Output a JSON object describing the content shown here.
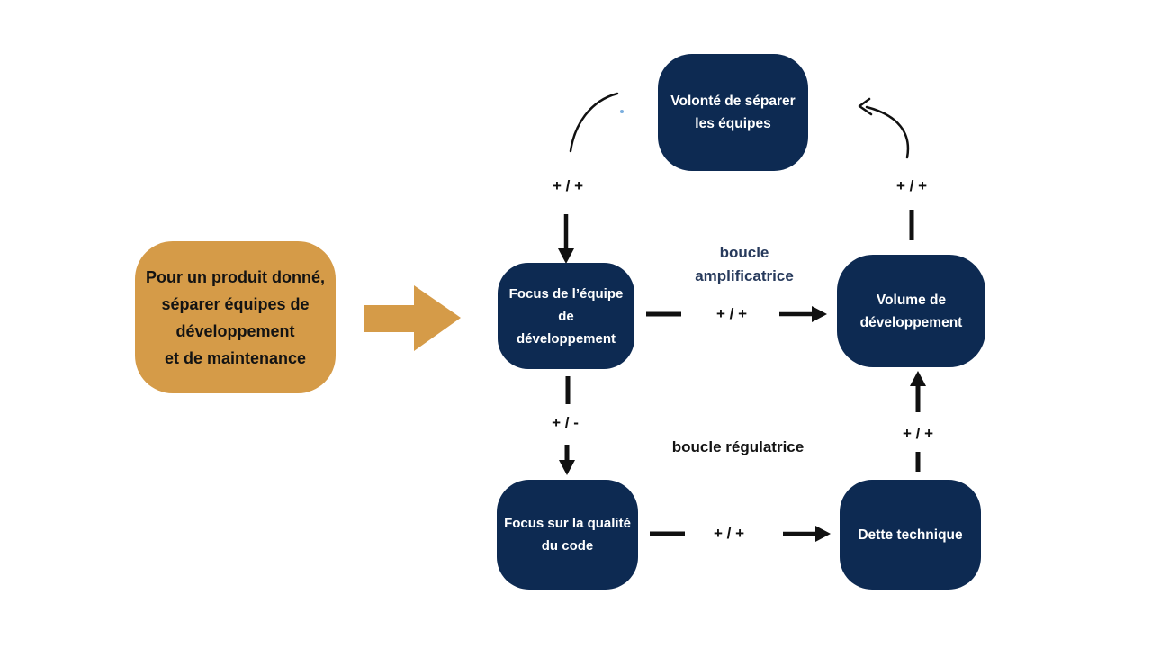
{
  "diagram": {
    "premise_box": {
      "label": "Pour un produit donné,\nséparer équipes de\ndéveloppement\net de maintenance"
    },
    "nodes": {
      "volonte": {
        "label": "Volonté de séparer\nles équipes"
      },
      "focus_equipe": {
        "label": "Focus de l’équipe\nde\ndéveloppement"
      },
      "volume": {
        "label": "Volume de\ndéveloppement"
      },
      "focus_qualite": {
        "label": "Focus sur la qualité\ndu code"
      },
      "dette": {
        "label": "Dette technique"
      }
    },
    "edge_labels": {
      "volonte_to_focus": "+ / +",
      "volume_to_volonte": "+ / +",
      "focus_to_volume": "+ / +",
      "focus_to_qualite": "+ / -",
      "dette_to_volume": "+ / +",
      "qualite_to_dette": "+ / +"
    },
    "loop_labels": {
      "amplifying": "boucle\namplificatrice",
      "balancing": "boucle régulatrice"
    },
    "colors": {
      "node_navy": "#0d2a52",
      "premise_orange": "#d59b48",
      "loop_label_navy": "#273a5c",
      "ink_black": "#111111",
      "stray_dot_blue": "#7aaede"
    }
  }
}
